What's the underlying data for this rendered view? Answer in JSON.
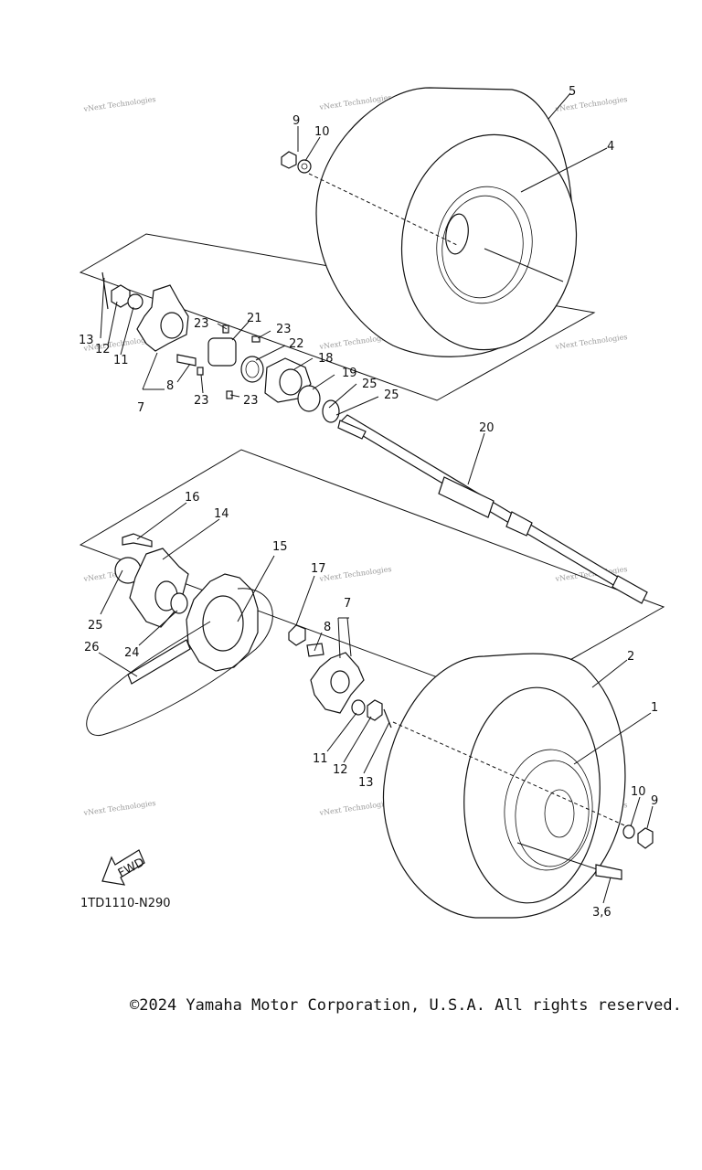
{
  "watermark_text": "vNext Technologies",
  "diagram_code": "1TD1110-N290",
  "fwd_label": "FWD",
  "copyright": "©2024 Yamaha Motor Corporation, U.S.A. All rights reserved.",
  "callouts": {
    "c1": "1",
    "c2": "2",
    "c3_6": "3,6",
    "c4": "4",
    "c5": "5",
    "c7a": "7",
    "c7b": "7",
    "c8a": "8",
    "c8b": "8",
    "c9a": "9",
    "c9b": "9",
    "c10a": "10",
    "c10b": "10",
    "c11a": "11",
    "c11b": "11",
    "c12a": "12",
    "c12b": "12",
    "c13a": "13",
    "c13b": "13",
    "c14": "14",
    "c15": "15",
    "c16": "16",
    "c17": "17",
    "c18": "18",
    "c19": "19",
    "c20": "20",
    "c21": "21",
    "c22": "22",
    "c23a": "23",
    "c23b": "23",
    "c23c": "23",
    "c23d": "23",
    "c24": "24",
    "c25a": "25",
    "c25b": "25",
    "c25c": "25",
    "c26": "26"
  }
}
